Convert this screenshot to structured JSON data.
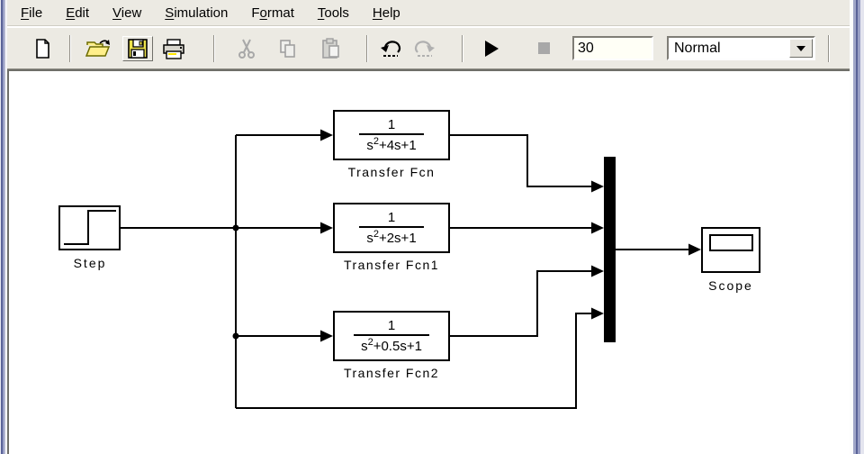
{
  "menubar": {
    "items": [
      {
        "pre": "",
        "mn": "F",
        "rest": "ile"
      },
      {
        "pre": "",
        "mn": "E",
        "rest": "dit"
      },
      {
        "pre": "",
        "mn": "V",
        "rest": "iew"
      },
      {
        "pre": "",
        "mn": "S",
        "rest": "imulation"
      },
      {
        "pre": "F",
        "mn": "o",
        "rest": "rmat"
      },
      {
        "pre": "",
        "mn": "T",
        "rest": "ools"
      },
      {
        "pre": "",
        "mn": "H",
        "rest": "elp"
      }
    ]
  },
  "toolbar": {
    "sim_stop_time": {
      "value": "30"
    },
    "sim_mode": {
      "value": "Normal"
    },
    "icons": {
      "new": "new-document-icon : white page with folded corner",
      "open": "open-folder-icon : yellow folder with curved arrow",
      "save": "save-floppy-icon : yellow floppy disk, raised button state",
      "print": "printer-icon",
      "cut": "scissors-icon (disabled gray)",
      "copy": "copy-pages-icon (disabled gray)",
      "paste": "clipboard-icon (disabled gray)",
      "undo": "undo-arrow-icon (black)",
      "redo": "redo-arrow-icon (disabled gray)",
      "play": "start-simulation-icon : black right triangle",
      "stop": "stop-simulation-icon : gray square (disabled)",
      "dropdown": "chevron-down-icon : black down triangle"
    },
    "disabled_buttons": [
      "cut",
      "copy",
      "paste",
      "redo",
      "stop"
    ]
  },
  "diagram": {
    "blocks": {
      "step": {
        "label": "Step"
      },
      "tf1": {
        "label": "Transfer Fcn",
        "numerator": "1",
        "den_base": "s",
        "den_exp": "2",
        "den_rest": "+4s+1"
      },
      "tf2": {
        "label": "Transfer Fcn1",
        "numerator": "1",
        "den_base": "s",
        "den_exp": "2",
        "den_rest": "+2s+1"
      },
      "tf3": {
        "label": "Transfer Fcn2",
        "numerator": "1",
        "den_base": "s",
        "den_exp": "2",
        "den_rest": "+0.5s+1"
      },
      "scope": {
        "label": "Scope"
      }
    }
  },
  "colors": {
    "toolbar_bg": "#ECEAE3",
    "window_border_blue": "#5A6398",
    "icon_yellow": "#EDE24A",
    "disabled_gray": "#A8A8A8",
    "diagram_ink": "#000000",
    "canvas_bg": "#FFFFFF"
  }
}
